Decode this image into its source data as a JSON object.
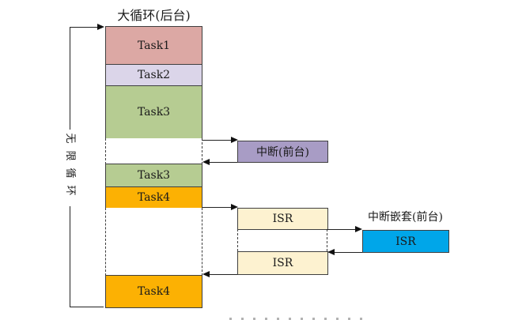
{
  "diagram": {
    "title": "大循环(后台)",
    "loop_label": "无限循环",
    "background_tasks": {
      "task1": "Task1",
      "task2": "Task2",
      "task3_run": "Task3",
      "task3_resume": "Task3",
      "task4_run": "Task4",
      "task4_resume": "Task4"
    },
    "foreground": {
      "interrupt_label": "中断(前台)",
      "isr_first": "ISR",
      "isr_second": "ISR",
      "nested_title": "中断嵌套(前台)",
      "nested_isr": "ISR"
    },
    "colors": {
      "task1_fill": "#dca8a4",
      "task2_fill": "#dbd5e9",
      "task3_fill": "#b6cc92",
      "task4_fill": "#fcb103",
      "interrupt_fill": "#a89cc5",
      "isr_fill": "#fdf2d0",
      "nested_isr_fill": "#00a6e9",
      "line": "#3f3f3f"
    }
  }
}
